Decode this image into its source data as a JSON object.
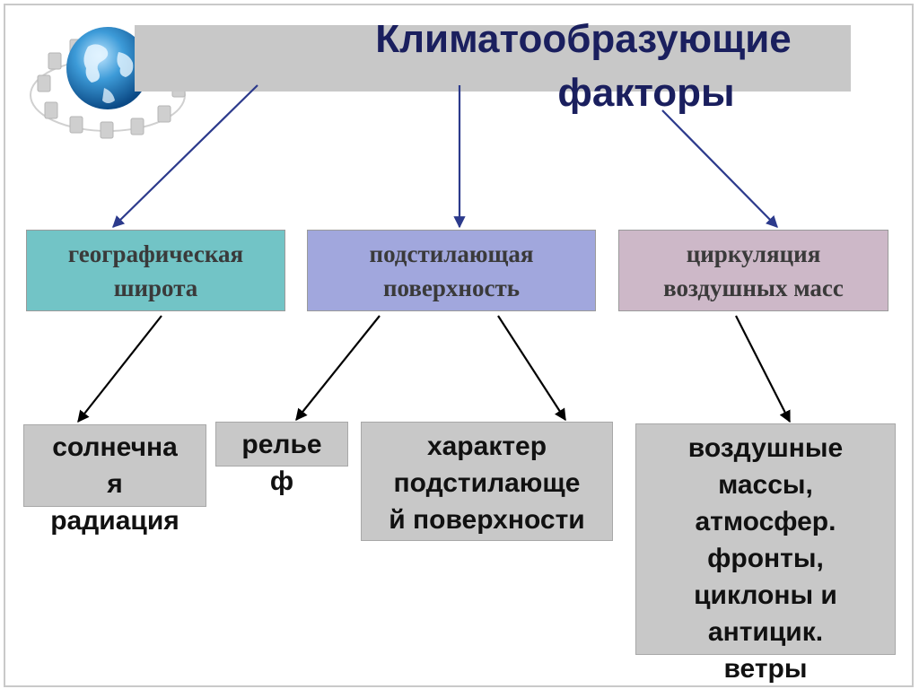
{
  "title": {
    "line1": "Климатообразующие",
    "line2": "факторы"
  },
  "factors": [
    {
      "label": "географическая широта",
      "color": "#72c4c6"
    },
    {
      "label": "подстилающая поверхность",
      "color": "#a1a7dd"
    },
    {
      "label": "циркуляция воздушных масс",
      "color": "#cdb8c8"
    }
  ],
  "subfactors": {
    "solar": "солнечна\nя\nрадиация",
    "relief": "релье\nф",
    "surface": "характер\nподстилающе\nй поверхности",
    "air": "воздушные\nмассы,\nатмосфер.\nфронты,\nциклоны и\nантицик.\nветры"
  },
  "colors": {
    "title": "#1a1f5e",
    "arrow_blue": "#2c3a8c",
    "arrow_black": "#000000",
    "grey_box": "#c8c8c8"
  }
}
